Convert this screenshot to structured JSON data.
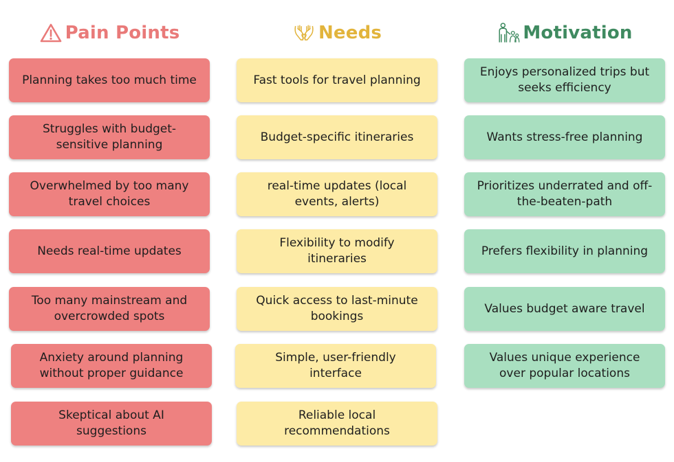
{
  "colors": {
    "pain_header": "#e97a79",
    "needs_header": "#e2b43c",
    "motivation_header": "#3f8a60",
    "pain_card": "#ee8180",
    "needs_card": "#fdeba6",
    "motivation_card": "#a9dfc0",
    "card_text": "#1e1e1e"
  },
  "columns": {
    "pain": {
      "title": "Pain Points",
      "icon": "warning-triangle-icon",
      "items": [
        "Planning takes too much time",
        "Struggles with budget-sensitive planning",
        "Overwhelmed by too many travel choices",
        "Needs real-time updates",
        "Too many mainstream and overcrowded spots",
        "Anxiety around planning without proper guidance",
        "Skeptical about AI suggestions"
      ]
    },
    "needs": {
      "title": "Needs",
      "icon": "hands-heart-icon",
      "items": [
        "Fast tools for travel planning",
        "Budget-specific itineraries",
        "real-time updates (local events, alerts)",
        "Flexibility to modify itineraries",
        "Quick access to last-minute bookings",
        "Simple, user-friendly interface",
        "Reliable local recommendations"
      ]
    },
    "motivation": {
      "title": "Motivation",
      "icon": "family-people-icon",
      "items": [
        "Enjoys personalized trips but seeks efficiency",
        "Wants stress-free planning",
        "Prioritizes underrated and off-the-beaten-path",
        "Prefers flexibility  in planning",
        "Values budget aware travel",
        "Values unique experience over popular locations"
      ]
    }
  }
}
